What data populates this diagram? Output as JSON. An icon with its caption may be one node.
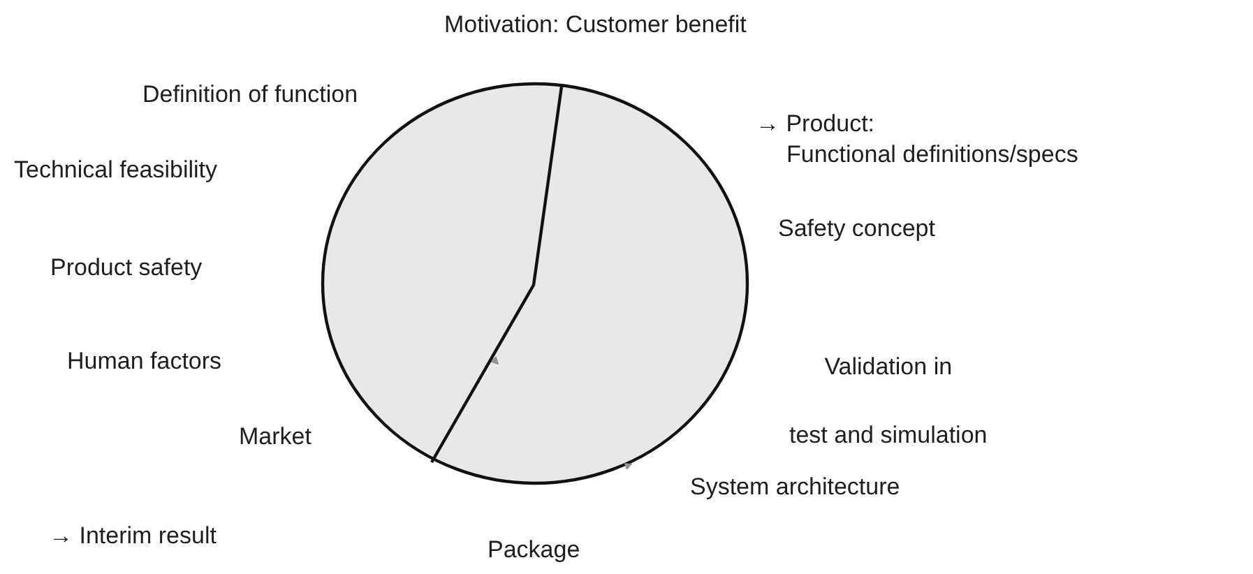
{
  "diagram": {
    "labels": [
      "Motivation: Customer benefit",
      "Definition of function",
      "→ Product: Functional definitions/specs",
      "Technical feasibility",
      "Safety concept",
      "Product safety",
      "Human factors",
      "Validation in test and simulation",
      "Market",
      "System architecture",
      "→ Interim result",
      "Package"
    ]
  }
}
